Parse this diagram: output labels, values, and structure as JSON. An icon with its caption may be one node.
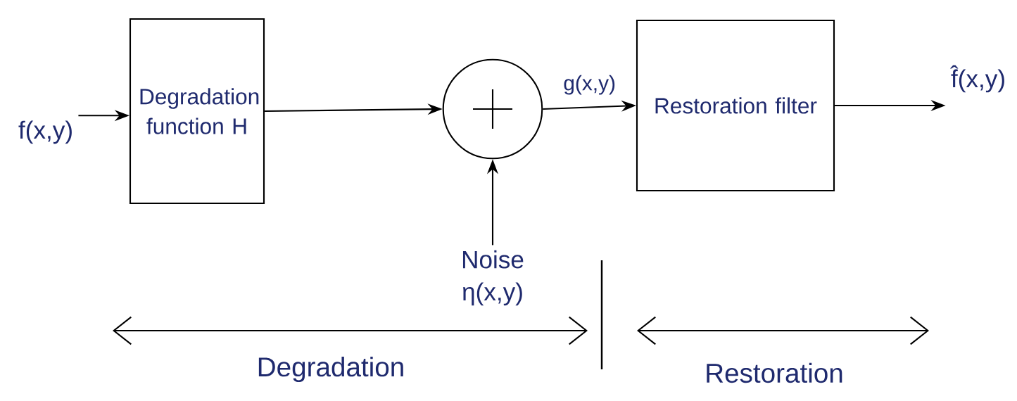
{
  "diagram": {
    "nodes": [
      {
        "text": [
          "f(x,y)"
        ]
      },
      {
        "text": [
          "Degradation function H"
        ]
      },
      {
        "text": [],
        "shape": "circle"
      },
      {
        "text": [
          "Restoration filter"
        ]
      },
      {
        "text": [
          "f̂(x,y)"
        ]
      },
      {
        "text": [
          "Noise",
          "η(x,y)"
        ]
      }
    ],
    "edges": [
      {
        "from": 0,
        "to": 1,
        "arrow": "to"
      },
      {
        "from": 1,
        "to": 2,
        "arrow": "to"
      },
      {
        "from": 2,
        "to": 3,
        "arrow": "to",
        "label": "g(x,y)"
      },
      {
        "from": 3,
        "to": 4,
        "arrow": "to"
      },
      {
        "from": 5,
        "to": 2,
        "arrow": "to"
      }
    ],
    "labels": [
      "Degradation",
      "Restoration"
    ]
  }
}
